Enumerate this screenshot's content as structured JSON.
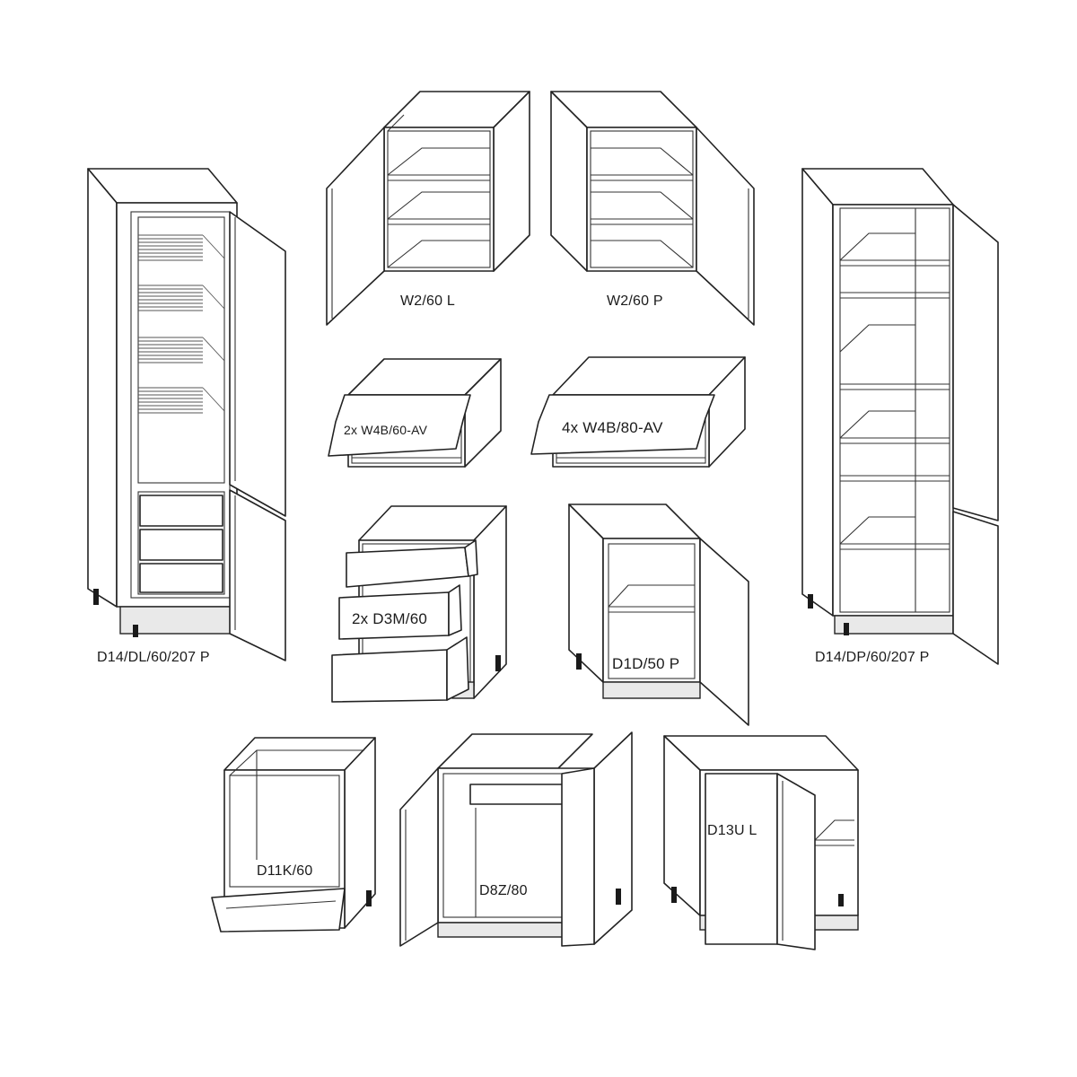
{
  "labels": {
    "w2_60_l": "W2/60 L",
    "w2_60_p": "W2/60 P",
    "w4b_60_av": "2x W4B/60-AV",
    "w4b_80_av": "4x W4B/80-AV",
    "d14_dl": "D14/DL/60/207 P",
    "d14_dp": "D14/DP/60/207 P",
    "d3m_60": "2x D3M/60",
    "d1d_50_p": "D1D/50 P",
    "d11k_60": "D11K/60",
    "d8z_80": "D8Z/80",
    "d13u_l": "D13U L"
  }
}
